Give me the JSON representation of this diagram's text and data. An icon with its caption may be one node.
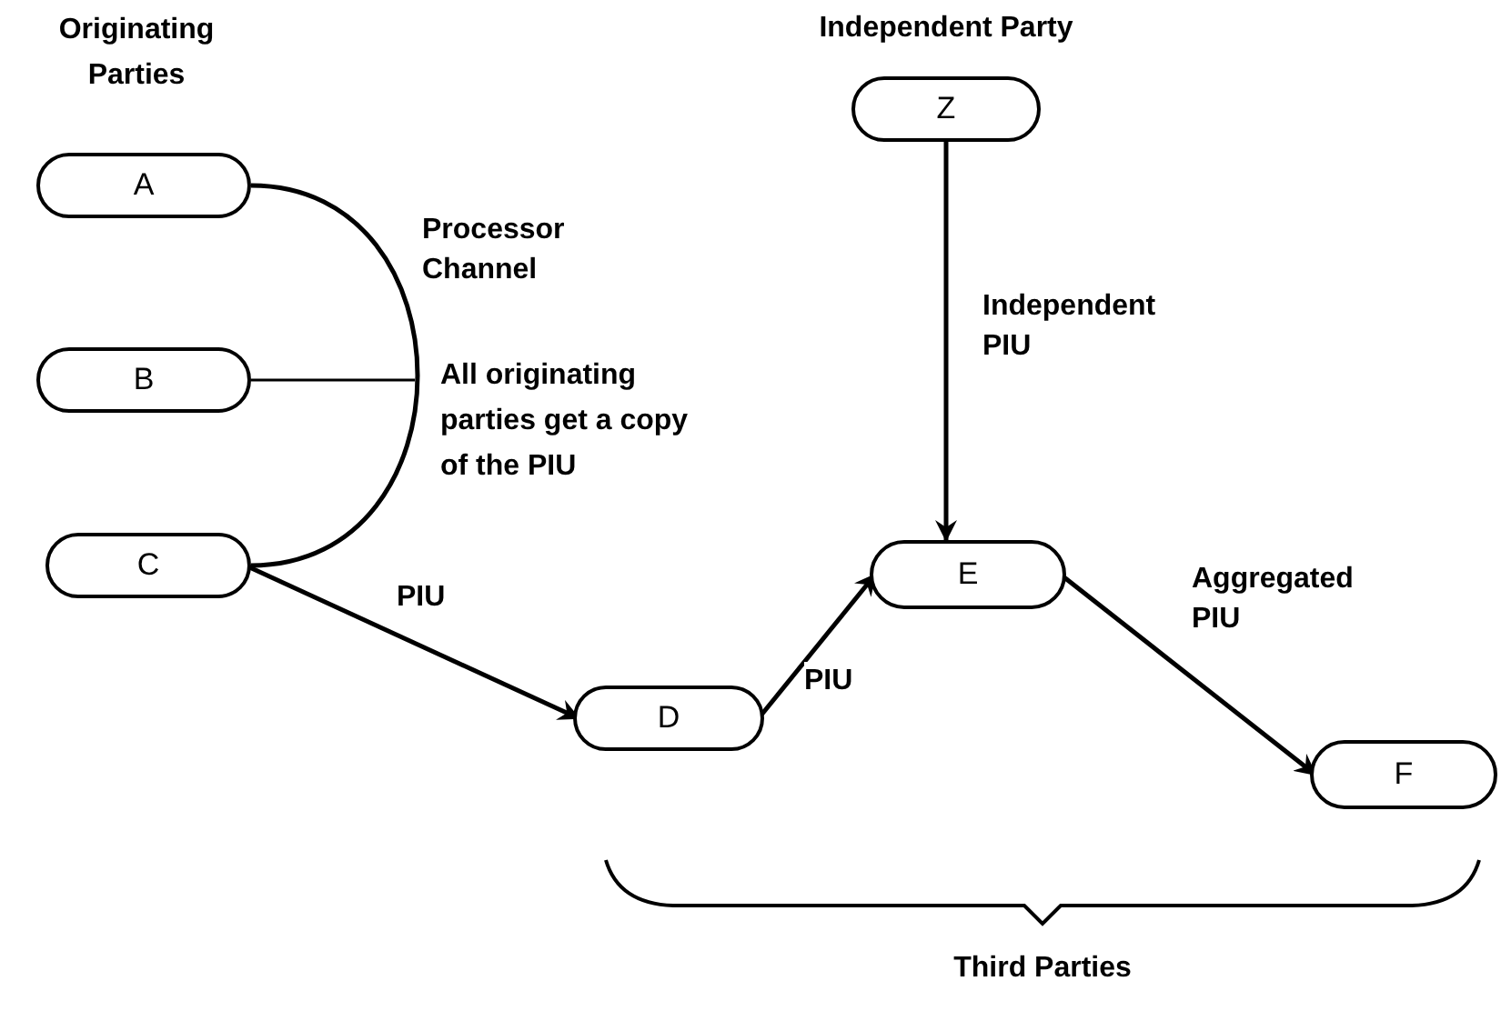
{
  "diagram": {
    "nodes": [
      {
        "text": [
          "A"
        ]
      },
      {
        "text": [
          "B"
        ]
      },
      {
        "text": [
          "C"
        ]
      },
      {
        "text": [
          "Z"
        ],
        "beside": [
          "Independent Party"
        ]
      },
      {
        "text": [
          "D"
        ]
      },
      {
        "text": [
          "E"
        ]
      },
      {
        "text": [
          "F"
        ]
      }
    ],
    "edges": [
      {
        "from": 0,
        "to": 2,
        "arrow": "none",
        "label": "Processor Channel"
      },
      {
        "from": 1,
        "to": null,
        "arrow": "none"
      },
      {
        "from": 2,
        "to": 4,
        "arrow": "to",
        "label": "PIU"
      },
      {
        "from": 4,
        "to": 5,
        "arrow": "to",
        "label": "PIU"
      },
      {
        "from": 3,
        "to": 5,
        "arrow": "to",
        "label": "Independent PIU"
      },
      {
        "from": 5,
        "to": 6,
        "arrow": "to",
        "label": "Aggregated PIU"
      }
    ],
    "labels": [
      "Originating Parties",
      "All originating parties get a copy of the PIU",
      "Third Parties"
    ]
  }
}
